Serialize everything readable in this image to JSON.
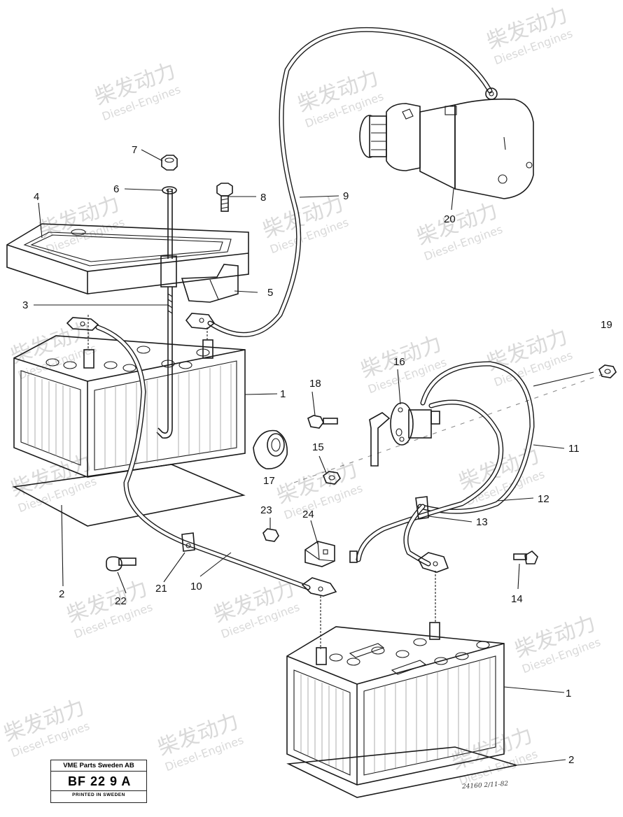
{
  "watermark": {
    "cn": "柴发动力",
    "en": "Diesel-Engines"
  },
  "callouts": {
    "c1a": "1",
    "c1b": "1",
    "c2a": "2",
    "c2b": "2",
    "c3": "3",
    "c4": "4",
    "c5": "5",
    "c6": "6",
    "c7": "7",
    "c8": "8",
    "c9": "9",
    "c10": "10",
    "c11": "11",
    "c12": "12",
    "c13": "13",
    "c14": "14",
    "c15": "15",
    "c16": "16",
    "c17": "17",
    "c18": "18",
    "c19": "19",
    "c20": "20",
    "c21": "21",
    "c22": "22",
    "c23": "23",
    "c24": "24"
  },
  "title_block": {
    "company": "VME Parts Sweden AB",
    "code": "BF 22 9  A",
    "printed": "PRINTED IN SWEDEN"
  },
  "signature": "24160 2/11-82"
}
